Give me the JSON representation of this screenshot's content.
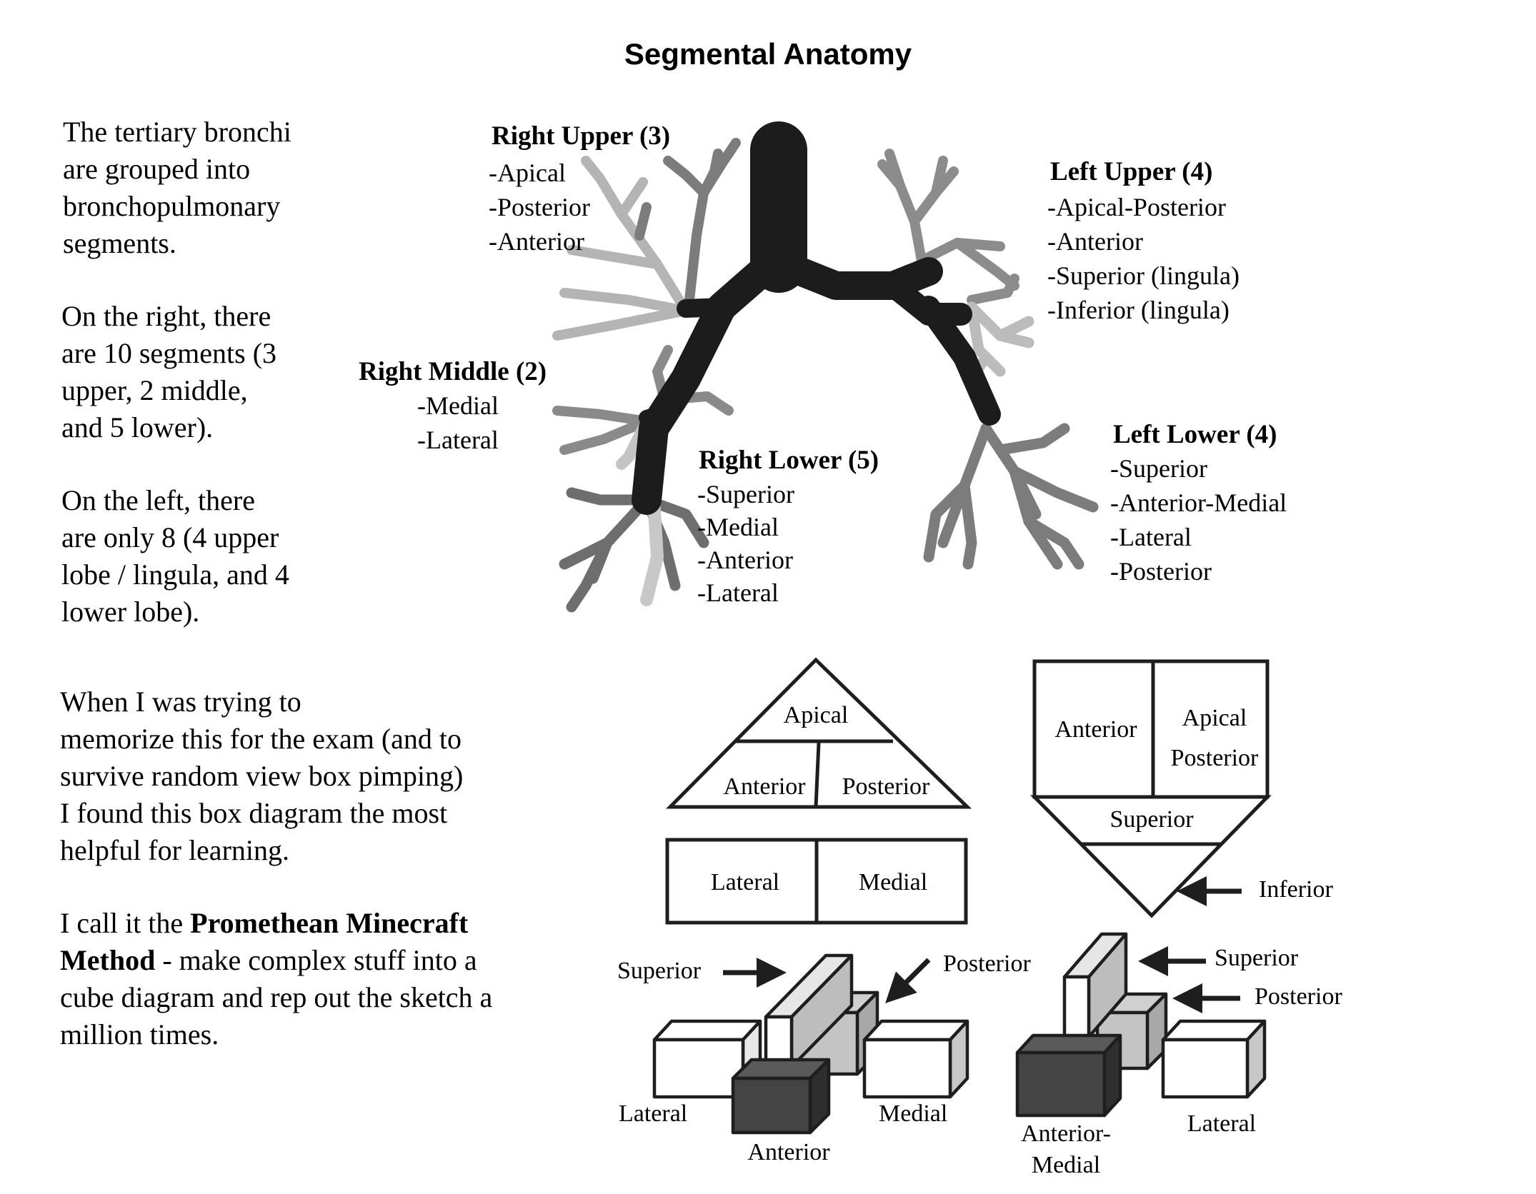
{
  "title": "Segmental Anatomy",
  "intro": {
    "para1": [
      "The tertiary bronchi",
      "are grouped into",
      "bronchopulmonary",
      "segments."
    ],
    "para2": [
      "On the right, there",
      "are 10 segments (3",
      "upper, 2 middle,",
      "and 5 lower)."
    ],
    "para3": [
      "On the left, there",
      "are only 8 (4 upper",
      "lobe / lingula, and 4",
      "lower lobe)."
    ],
    "para4": [
      "When I was trying to",
      "memorize this for the exam (and to",
      "survive random view box pimping)",
      "I found this box diagram the most",
      "helpful for learning."
    ],
    "para5": {
      "line1_pre": "I call it the ",
      "line1_bold": "Promethean Minecraft",
      "line2_bold": "Method",
      "line2_post": " - make complex stuff into a",
      "line3": "cube diagram and rep out the sketch a",
      "line4": "million times."
    }
  },
  "lobes": {
    "right_upper": {
      "heading": "Right Upper (3)",
      "segments": [
        "-Apical",
        "-Posterior",
        "-Anterior"
      ]
    },
    "right_middle": {
      "heading": "Right Middle (2)",
      "segments": [
        "-Medial",
        "-Lateral"
      ]
    },
    "right_lower": {
      "heading": "Right Lower (5)",
      "segments": [
        "-Superior",
        "-Medial",
        "-Anterior",
        "-Lateral"
      ]
    },
    "left_upper": {
      "heading": "Left Upper (4)",
      "segments": [
        "-Apical-Posterior",
        "-Anterior",
        "-Superior (lingula)",
        "-Inferior (lingula)"
      ]
    },
    "left_lower": {
      "heading": "Left Lower (4)",
      "segments": [
        "-Superior",
        "-Anterior-Medial",
        "-Lateral",
        "-Posterior"
      ]
    }
  },
  "right_box": {
    "apical": "Apical",
    "anterior": "Anterior",
    "posterior": "Posterior",
    "lateral": "Lateral",
    "medial": "Medial"
  },
  "left_box": {
    "anterior": "Anterior",
    "apical_posterior": [
      "Apical",
      "Posterior"
    ],
    "superior": "Superior",
    "inferior": "Inferior"
  },
  "right_cubes": {
    "superior": "Superior",
    "posterior": "Posterior",
    "lateral": "Lateral",
    "medial": "Medial",
    "anterior": "Anterior"
  },
  "left_cubes": {
    "superior": "Superior",
    "posterior": "Posterior",
    "anterior_medial": [
      "Anterior-",
      "Medial"
    ],
    "lateral": "Lateral"
  },
  "colors": {
    "trunk": "#1c1c1c",
    "branch_dark": "#6a6a6a",
    "branch_mid": "#8c8c8c",
    "branch_light": "#bdbdbd",
    "cube_dark": "#4a4a4a",
    "cube_grey": "#c8c8c8"
  }
}
